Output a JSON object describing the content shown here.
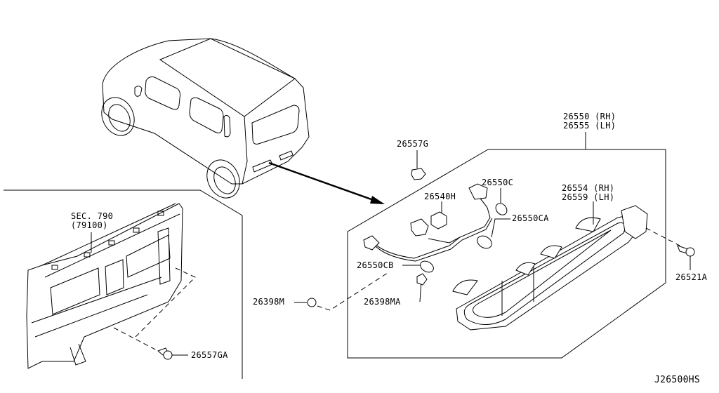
{
  "diagram": {
    "title_code": "J26500HS",
    "callouts": [
      {
        "id": "26550",
        "text": "26550 (RH)\n26555 (LH)"
      },
      {
        "id": "26557G",
        "text": "26557G"
      },
      {
        "id": "26550C",
        "text": "26550C"
      },
      {
        "id": "26540H",
        "text": "26540H"
      },
      {
        "id": "26554",
        "text": "26554 (RH)\n26559 (LH)"
      },
      {
        "id": "26550CA",
        "text": "26550CA"
      },
      {
        "id": "26550CB",
        "text": "26550CB"
      },
      {
        "id": "26398M",
        "text": "26398M"
      },
      {
        "id": "26398MA",
        "text": "26398MA"
      },
      {
        "id": "26521A",
        "text": "26521A"
      },
      {
        "id": "sec790",
        "text": "SEC. 790\n(79100)"
      },
      {
        "id": "26557GA",
        "text": "26557GA"
      }
    ]
  }
}
